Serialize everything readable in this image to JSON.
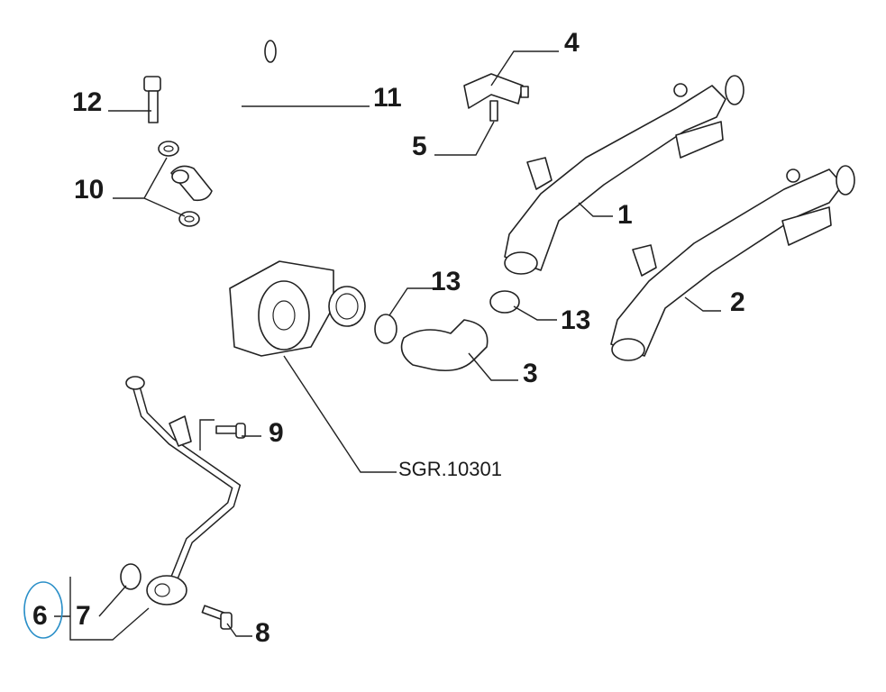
{
  "diagram": {
    "callouts": [
      {
        "id": "c4",
        "text": "4"
      },
      {
        "id": "c12",
        "text": "12"
      },
      {
        "id": "c11",
        "text": "11"
      },
      {
        "id": "c5",
        "text": "5"
      },
      {
        "id": "c10",
        "text": "10"
      },
      {
        "id": "c1",
        "text": "1"
      },
      {
        "id": "c13a",
        "text": "13"
      },
      {
        "id": "c13b",
        "text": "13"
      },
      {
        "id": "c2",
        "text": "2"
      },
      {
        "id": "c3",
        "text": "3"
      },
      {
        "id": "c9",
        "text": "9"
      },
      {
        "id": "csgr",
        "text": "SGR.10301"
      },
      {
        "id": "c6",
        "text": "6"
      },
      {
        "id": "c7",
        "text": "7"
      },
      {
        "id": "c8",
        "text": "8"
      }
    ],
    "highlight_color": "#2a8fc8"
  }
}
